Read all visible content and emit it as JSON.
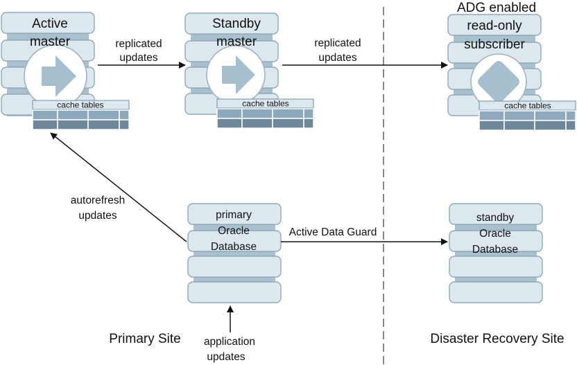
{
  "nodes": {
    "active_master": {
      "line1": "Active",
      "line2": "master",
      "cache_label": "cache tables"
    },
    "standby_master": {
      "line1": "Standby",
      "line2": "master",
      "cache_label": "cache tables"
    },
    "subscriber": {
      "line1": "ADG enabled",
      "line2": "read-only",
      "line3": "subscriber",
      "cache_label": "cache tables"
    },
    "primary_db": {
      "line1": "primary",
      "line2": "Oracle",
      "line3": "Database"
    },
    "standby_db": {
      "line1": "standby",
      "line2": "Oracle",
      "line3": "Database"
    }
  },
  "edges": {
    "replicated_1": {
      "line1": "replicated",
      "line2": "updates"
    },
    "replicated_2": {
      "line1": "replicated",
      "line2": "updates"
    },
    "autorefresh": {
      "line1": "autorefresh",
      "line2": "updates"
    },
    "active_data_guard": {
      "line1": "Active Data Guard"
    },
    "application": {
      "line1": "application",
      "line2": "updates"
    }
  },
  "sites": {
    "primary": "Primary Site",
    "disaster_recovery": "Disaster Recovery Site"
  },
  "colors": {
    "plate_fill": "#dde7ee",
    "band": "#a9c0cf",
    "cache_row_light": "#8fa9bc",
    "cache_row_dark": "#6e8799"
  },
  "icons": {
    "active_master": "arrow-right-icon",
    "standby_master": "arrow-right-icon",
    "subscriber": "diamond-icon"
  }
}
